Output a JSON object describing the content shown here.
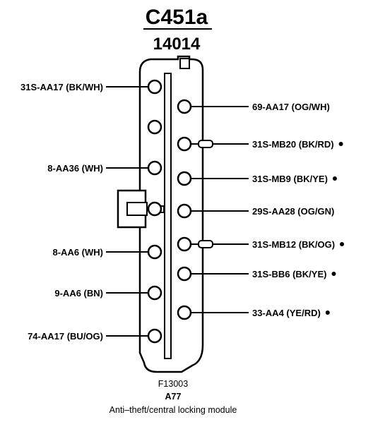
{
  "header": {
    "connector_id": "C451a",
    "part_number": "14014"
  },
  "pins_left": [
    {
      "label": "31S-AA17 (BK/WH)",
      "marker": false
    },
    {
      "label": "",
      "marker": false
    },
    {
      "label": "8-AA36 (WH)",
      "marker": false
    },
    {
      "label": "",
      "marker": false
    },
    {
      "label": "8-AA6 (WH)",
      "marker": false
    },
    {
      "label": "9-AA6 (BN)",
      "marker": false
    },
    {
      "label": "74-AA17 (BU/OG)",
      "marker": false
    }
  ],
  "pins_right": [
    {
      "label": "69-AA17 (OG/WH)",
      "marker": false,
      "stub": false
    },
    {
      "label": "31S-MB20 (BK/RD)",
      "marker": true,
      "stub": true
    },
    {
      "label": "31S-MB9 (BK/YE)",
      "marker": true,
      "stub": false
    },
    {
      "label": "29S-AA28 (OG/GN)",
      "marker": false,
      "stub": false
    },
    {
      "label": "31S-MB12 (BK/OG)",
      "marker": true,
      "stub": true
    },
    {
      "label": "31S-BB6 (BK/YE)",
      "marker": true,
      "stub": false
    },
    {
      "label": "33-AA4 (YE/RD)",
      "marker": true,
      "stub": false
    }
  ],
  "caption": {
    "figure_id": "F13003",
    "module_code": "A77",
    "module_name": "Anti–theft/central locking module"
  }
}
